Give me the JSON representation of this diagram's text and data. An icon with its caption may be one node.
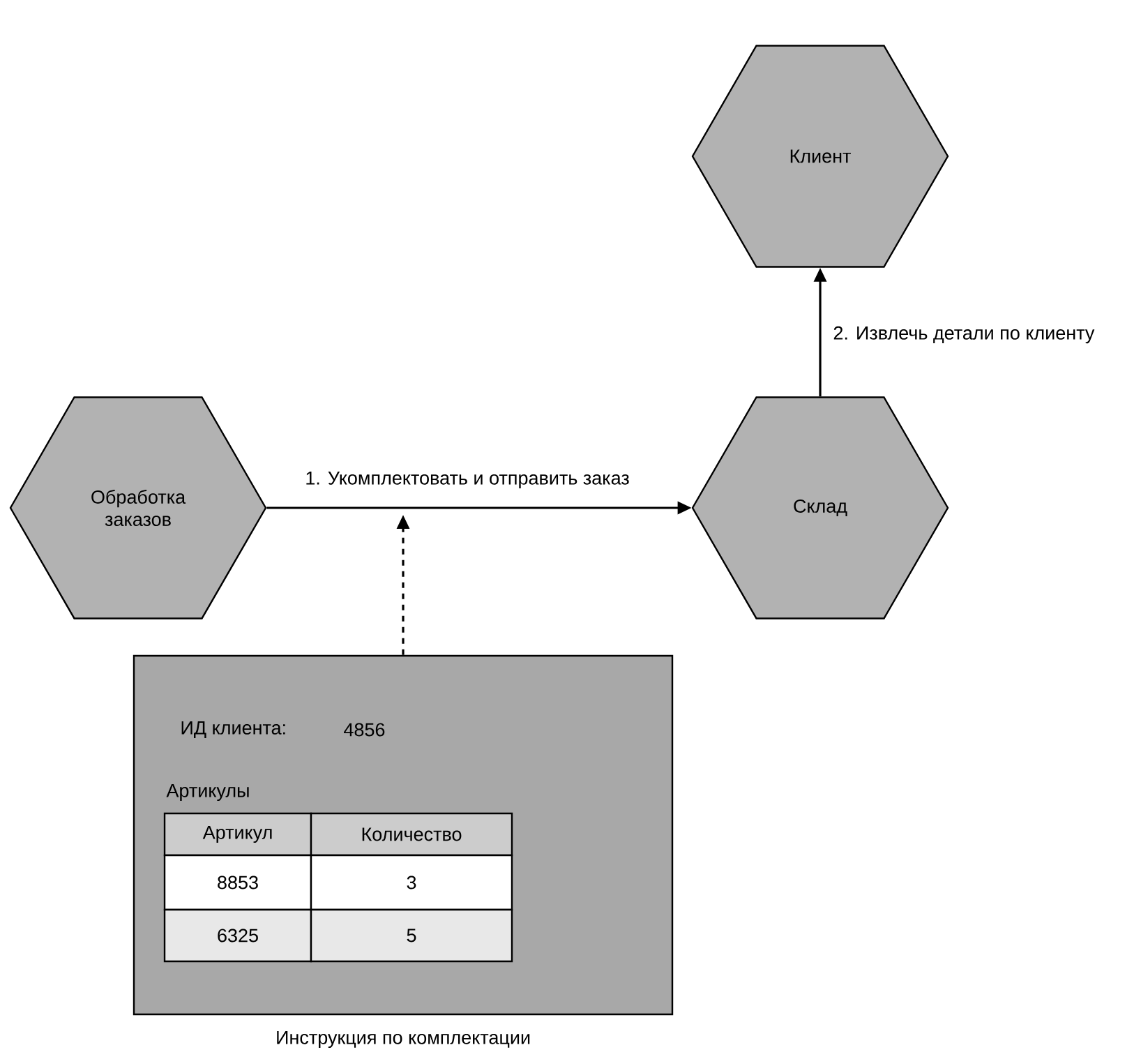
{
  "diagram": {
    "nodes": [
      {
        "text": [
          "Обработка заказов"
        ]
      },
      {
        "text": [
          "Склад"
        ]
      },
      {
        "text": [
          "Клиент"
        ]
      },
      {
        "text": [
          "ИД клиента:",
          "4856",
          "Артикулы"
        ],
        "beside": [
          "Инструкция по комплектации"
        ]
      }
    ],
    "edges": [
      {
        "from": 0,
        "to": 1,
        "arrow": "to",
        "label": "1. Укомплектовать и отправить заказ"
      },
      {
        "from": 1,
        "to": 2,
        "arrow": "to",
        "label": "2. Извлечь детали по клиенту"
      },
      {
        "from": 3,
        "to": null,
        "arrow": "to",
        "style": "dashed"
      }
    ],
    "labels": [
      "Артикул",
      "Количество",
      "8853",
      "3",
      "6325",
      "5"
    ]
  }
}
